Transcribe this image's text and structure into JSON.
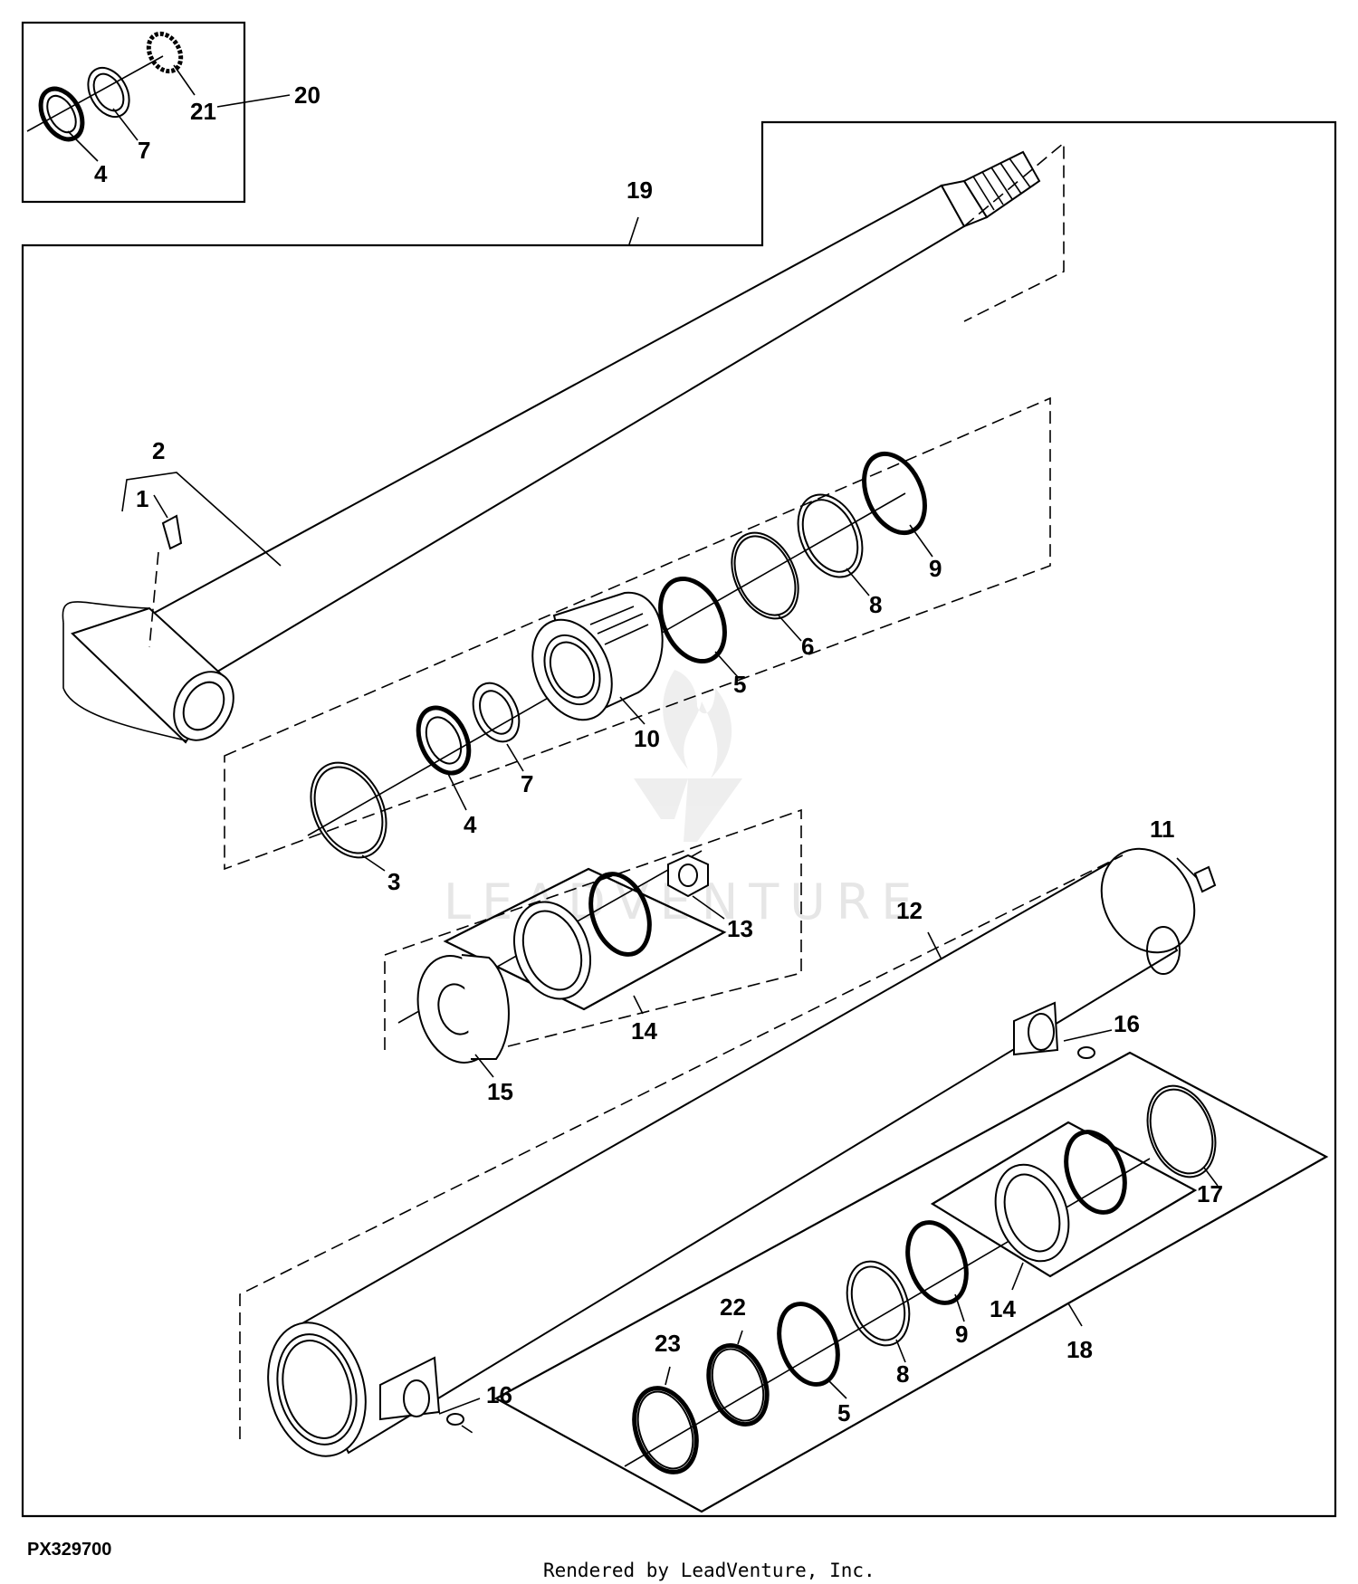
{
  "diagram": {
    "figure_id": "PX329700",
    "footer": "Rendered by LeadVenture, Inc.",
    "watermark": "LEADVENTURE",
    "callouts": {
      "c1": "1",
      "c2": "2",
      "c3": "3",
      "c4a": "4",
      "c4b": "4",
      "c5a": "5",
      "c5b": "5",
      "c6": "6",
      "c7a": "7",
      "c7b": "7",
      "c8a": "8",
      "c8b": "8",
      "c9a": "9",
      "c9b": "9",
      "c10": "10",
      "c11": "11",
      "c12": "12",
      "c13": "13",
      "c14a": "14",
      "c14b": "14",
      "c15": "15",
      "c16a": "16",
      "c16b": "16",
      "c17": "17",
      "c18": "18",
      "c19": "19",
      "c20": "20",
      "c21": "21",
      "c22": "22",
      "c23": "23"
    }
  }
}
